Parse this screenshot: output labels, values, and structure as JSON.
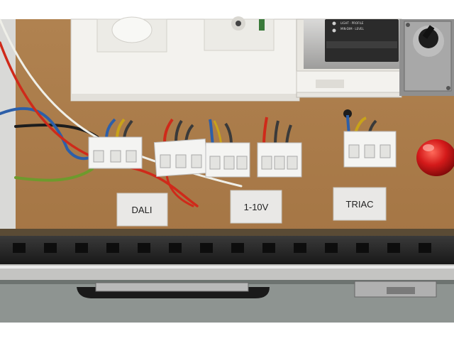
{
  "labels": {
    "dali": "DALI",
    "one_to_ten_volt": "1-10V",
    "triac": "TRIAC"
  },
  "colors": {
    "board": "#b88a55",
    "label_card": "#e9e8e6",
    "indicator": "#d41a1a",
    "rail": "#2a2a2a",
    "faceplate": "#f3f2ee"
  }
}
